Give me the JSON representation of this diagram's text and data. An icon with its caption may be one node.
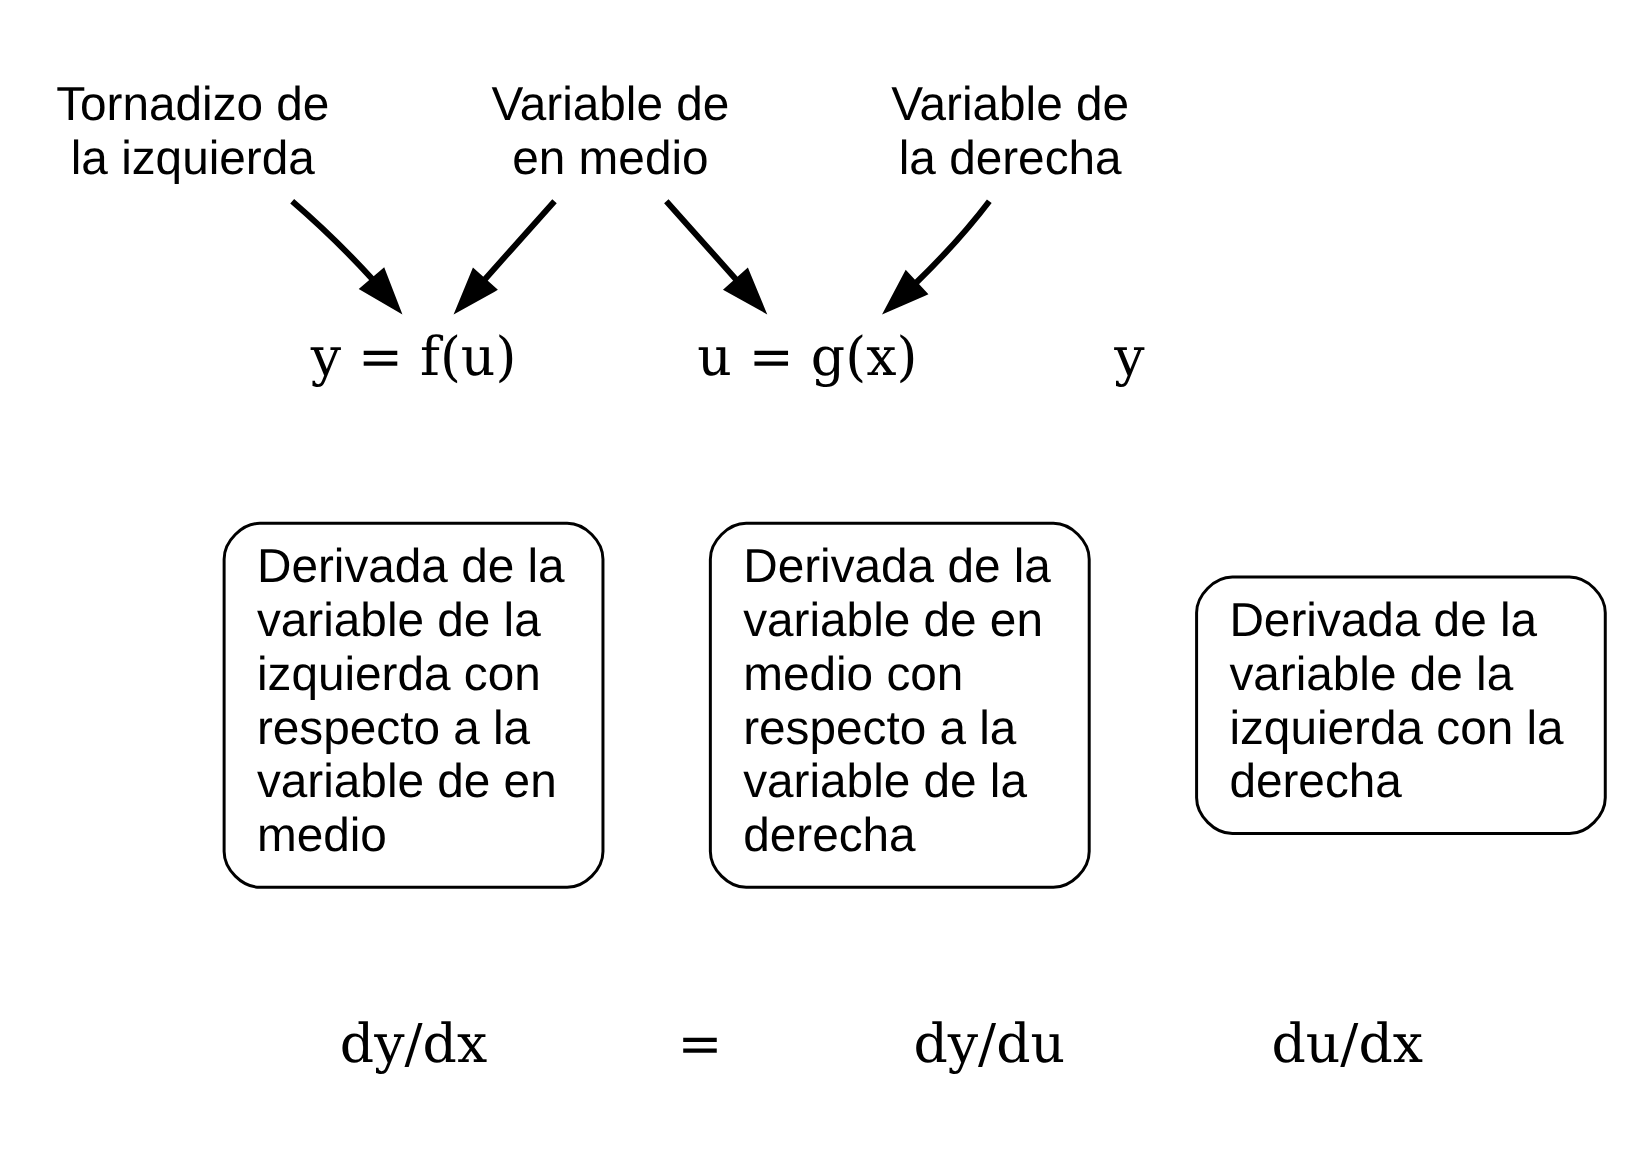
{
  "diagram": {
    "nodes": [
      {
        "text": [
          "Tornadizo de la izquierda"
        ]
      },
      {
        "text": [
          "Variable de en medio"
        ]
      },
      {
        "text": [
          "Variable de la derecha"
        ]
      },
      {
        "text": [
          "y = f(u)"
        ]
      },
      {
        "text": [
          "u = g(x)"
        ]
      },
      {
        "text": [
          "Derivada de la variable de la izquierda con respecto a la variable de en medio"
        ]
      },
      {
        "text": [
          "Derivada de la variable de en medio con respecto a la variable de la derecha"
        ]
      },
      {
        "text": [
          "Derivada de la variable de la izquierda con la derecha"
        ]
      }
    ],
    "edges": [
      {
        "from": 0,
        "to": 3,
        "arrow": "to"
      },
      {
        "from": 1,
        "to": 3,
        "arrow": "to"
      },
      {
        "from": 1,
        "to": 4,
        "arrow": "to"
      },
      {
        "from": 2,
        "to": 4,
        "arrow": "to"
      }
    ],
    "labels": [
      "y",
      "dy/dx",
      "=",
      "dy/du",
      "du/dx"
    ]
  }
}
